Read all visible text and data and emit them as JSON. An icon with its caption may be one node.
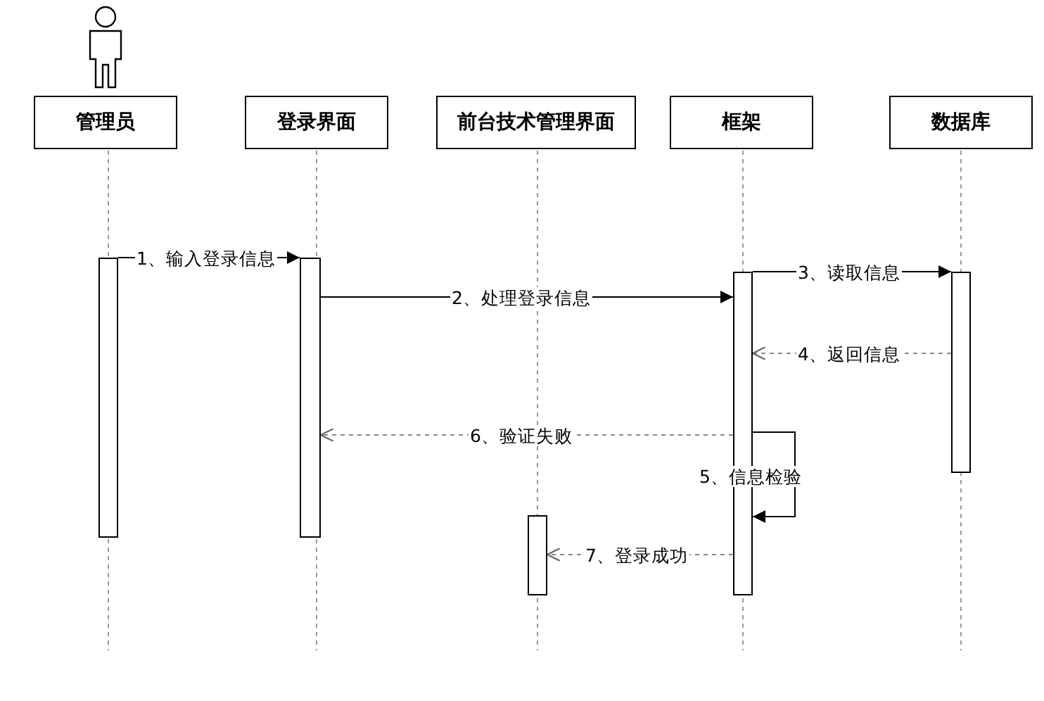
{
  "diagram": {
    "nodes": [
      {
        "text": [
          "管理员"
        ]
      },
      {
        "text": [
          "登录界面"
        ]
      },
      {
        "text": [
          "前台技术管理界面"
        ]
      },
      {
        "text": [
          "框架"
        ]
      },
      {
        "text": [
          "数据库"
        ]
      },
      {
        "text": [],
        "shape": "bar"
      },
      {
        "text": [],
        "shape": "bar"
      },
      {
        "text": [],
        "shape": "bar"
      },
      {
        "text": [],
        "shape": "bar"
      },
      {
        "text": [],
        "shape": "bar"
      }
    ],
    "edges": [
      {
        "from": 5,
        "to": 6,
        "arrow": "to",
        "label": "1、输入登录信息"
      },
      {
        "from": 6,
        "to": 8,
        "arrow": "to",
        "label": "2、处理登录信息"
      },
      {
        "from": 8,
        "to": 9,
        "arrow": "to",
        "label": "3、读取信息"
      },
      {
        "from": 9,
        "to": 8,
        "arrow": "to",
        "label": "4、返回信息",
        "style": "dashed",
        "color": "#888888"
      },
      {
        "from": 8,
        "to": 8,
        "arrow": "to",
        "label": "5、信息检验"
      },
      {
        "from": 8,
        "to": 6,
        "arrow": "to",
        "label": "6、验证失败",
        "style": "dashed",
        "color": "#888888"
      },
      {
        "from": 8,
        "to": 7,
        "arrow": "to",
        "label": "7、登录成功",
        "style": "dashed",
        "color": "#888888"
      }
    ]
  }
}
